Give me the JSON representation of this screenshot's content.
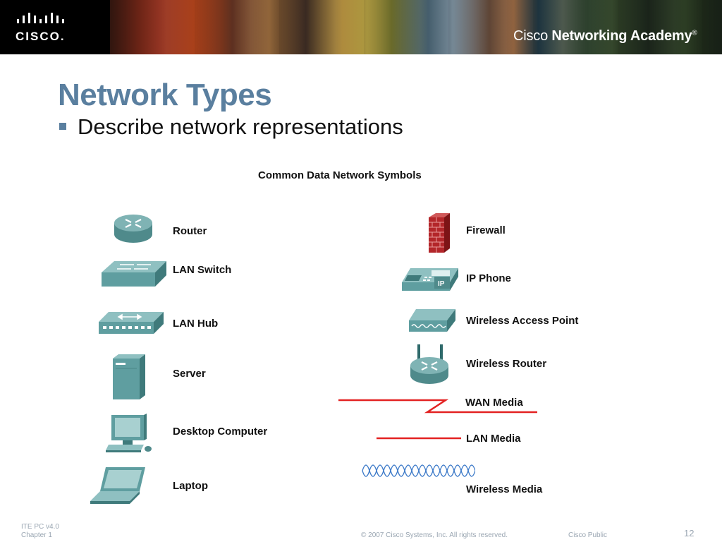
{
  "header": {
    "brand": "CISCO.",
    "academy_part1": "Cisco",
    "academy_part2": "Networking Academy",
    "registered": "®"
  },
  "slide": {
    "title": "Network Types",
    "bullet": "Describe network representations"
  },
  "diagram": {
    "title": "Common Data Network Symbols",
    "left_symbols": [
      {
        "label": "Router",
        "icon": "router-icon"
      },
      {
        "label": "LAN Switch",
        "icon": "lan-switch-icon"
      },
      {
        "label": "LAN Hub",
        "icon": "lan-hub-icon"
      },
      {
        "label": "Server",
        "icon": "server-icon"
      },
      {
        "label": "Desktop Computer",
        "icon": "desktop-computer-icon"
      },
      {
        "label": "Laptop",
        "icon": "laptop-icon"
      }
    ],
    "right_symbols": [
      {
        "label": "Firewall",
        "icon": "firewall-icon"
      },
      {
        "label": "IP Phone",
        "icon": "ip-phone-icon"
      },
      {
        "label": "Wireless Access Point",
        "icon": "wireless-access-point-icon"
      },
      {
        "label": "Wireless Router",
        "icon": "wireless-router-icon"
      },
      {
        "label": "WAN Media",
        "icon": "wan-media-icon"
      },
      {
        "label": "LAN Media",
        "icon": "lan-media-icon"
      },
      {
        "label": "Wireless Media",
        "icon": "wireless-media-icon"
      }
    ],
    "ip_phone_badge": "IP"
  },
  "colors": {
    "title_blue": "#5a7f9f",
    "device_teal": "#5f9ea0",
    "firewall_red": "#b3262a",
    "media_red": "#e32222",
    "wireless_blue": "#3a78c8"
  },
  "footer": {
    "course": "ITE PC v4.0",
    "chapter": "Chapter 1",
    "copyright": "© 2007 Cisco Systems, Inc. All rights reserved.",
    "classification": "Cisco Public",
    "page": "12"
  }
}
